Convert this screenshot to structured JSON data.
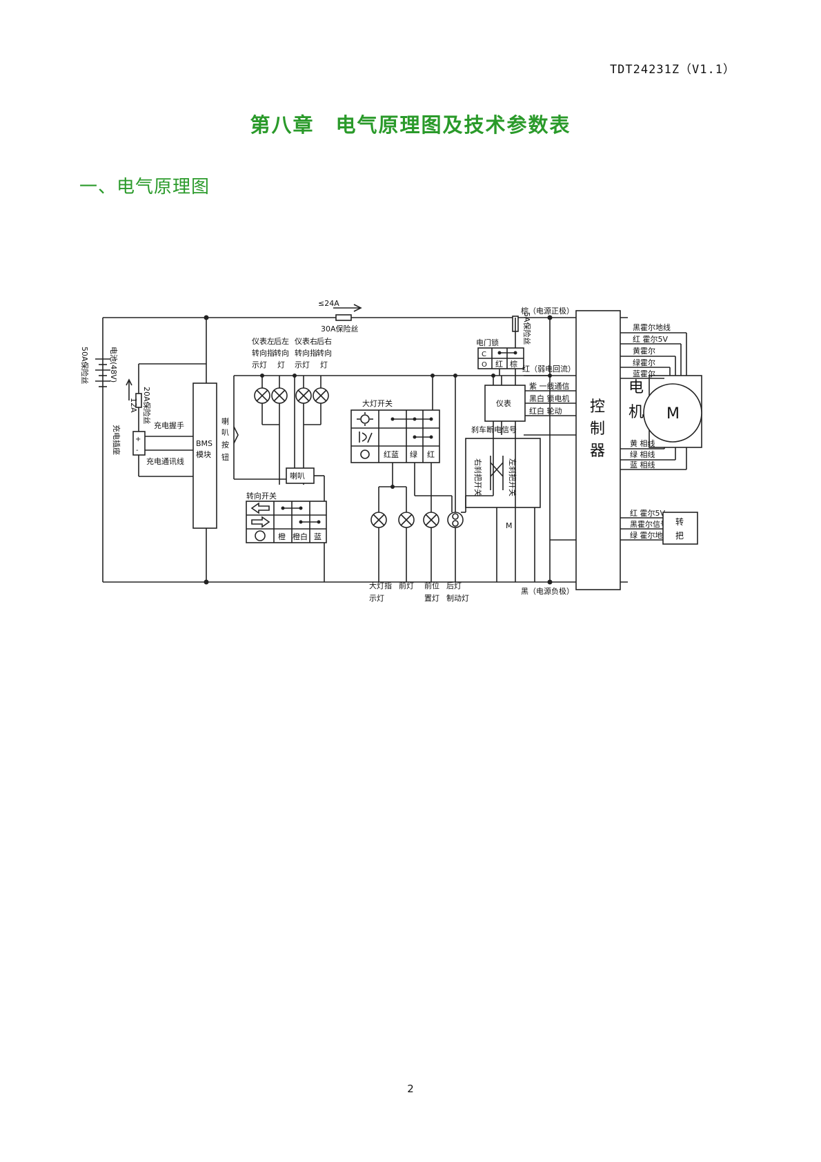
{
  "header": {
    "doc_id": "TDT24231Z（V1.1）"
  },
  "chapter_title": "第八章　电气原理图及技术参数表",
  "section_title": "一、电气原理图",
  "diagram": {
    "current_label": "≤24A",
    "fuse_30a": "30A保险丝",
    "battery": "电池(48V)",
    "fuse_50a": "50A保险丝",
    "fuse_20a": "20A保险丝",
    "charge_12a": "12A",
    "charge_port": "充电插座",
    "charge_handle": "充电握手",
    "charge_comm": "充电通讯线",
    "bms": [
      "BMS",
      "模块"
    ],
    "horn_button": [
      "喇",
      "叭",
      "按",
      "钮"
    ],
    "lamp_labels": {
      "left_meter_indicator": [
        "仪表左",
        "转向指",
        "示灯"
      ],
      "rear_left_turn": [
        "后左",
        "转向",
        "灯"
      ],
      "right_meter_indicator": [
        "仪表右",
        "转向指",
        "示灯"
      ],
      "rear_right_turn": [
        "后右",
        "转向",
        "灯"
      ]
    },
    "horn": "喇叭",
    "turn_switch": {
      "title": "转向开关",
      "colors": [
        "橙",
        "橙白",
        "蓝"
      ]
    },
    "light_switch": {
      "title": "大灯开关",
      "colors": [
        "红蓝",
        "绿",
        "红"
      ]
    },
    "bottom_lamps": {
      "headlight_indicator": [
        "大灯指",
        "示灯"
      ],
      "headlight": [
        "前灯"
      ],
      "position": [
        "前位",
        "置灯"
      ],
      "rear": [
        "后灯",
        "制动灯"
      ]
    },
    "fuse_5a": "5A保险丝",
    "door_lock": {
      "title": "电门锁",
      "c": "C",
      "o": "O",
      "colors": [
        "红",
        "棕"
      ]
    },
    "meter": "仪表",
    "brake_signal": "刹车断电信号",
    "right_brake_switch": "右刹把开关",
    "left_brake_switch": "左刹把开关",
    "motor_symbol_m": "M",
    "wire_brown": "棕（电源正极）",
    "wire_red_return": "红（弱电回流）",
    "wire_black": "黑（电源负极）",
    "meter_wires": [
      "紫 一线通信",
      "黑白 锁电机",
      "红白 轮动"
    ],
    "controller": [
      "控",
      "制",
      "器"
    ],
    "motor_label": [
      "电",
      "机"
    ],
    "motor": "M",
    "hall_wires": [
      "黑霍尔地线",
      "红 霍尔5V",
      "黄霍尔",
      "绿霍尔",
      "蓝霍尔"
    ],
    "phase_wires": [
      "黄 相线",
      "绿 相线",
      "蓝 相线"
    ],
    "throttle_wires": [
      "红 霍尔5V",
      "黑霍尔信号",
      "绿 霍尔地"
    ],
    "throttle": [
      "转",
      "把"
    ]
  },
  "page_number": "2"
}
